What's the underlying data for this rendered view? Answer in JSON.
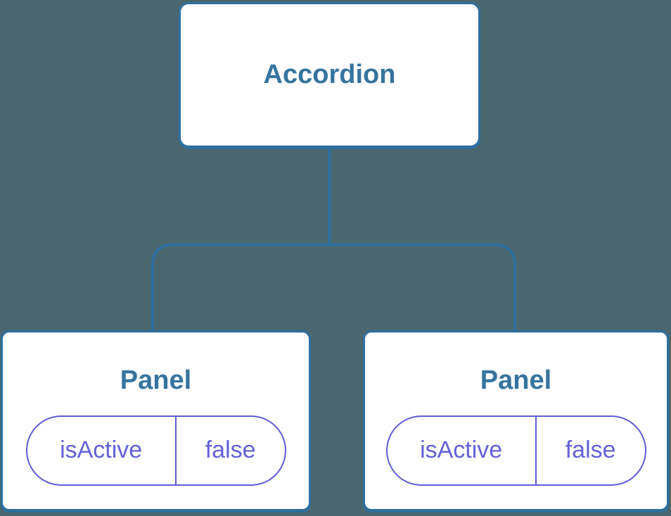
{
  "colors": {
    "background": "#4A6770",
    "line": "#2E6F9F",
    "heading": "#35749E",
    "state_border": "#5F5DD5",
    "state_text": "#6361D9"
  },
  "tree": {
    "root": {
      "label": "Accordion"
    },
    "children": [
      {
        "label": "Panel",
        "state": {
          "key": "isActive",
          "value": "false"
        }
      },
      {
        "label": "Panel",
        "state": {
          "key": "isActive",
          "value": "false"
        }
      }
    ]
  }
}
